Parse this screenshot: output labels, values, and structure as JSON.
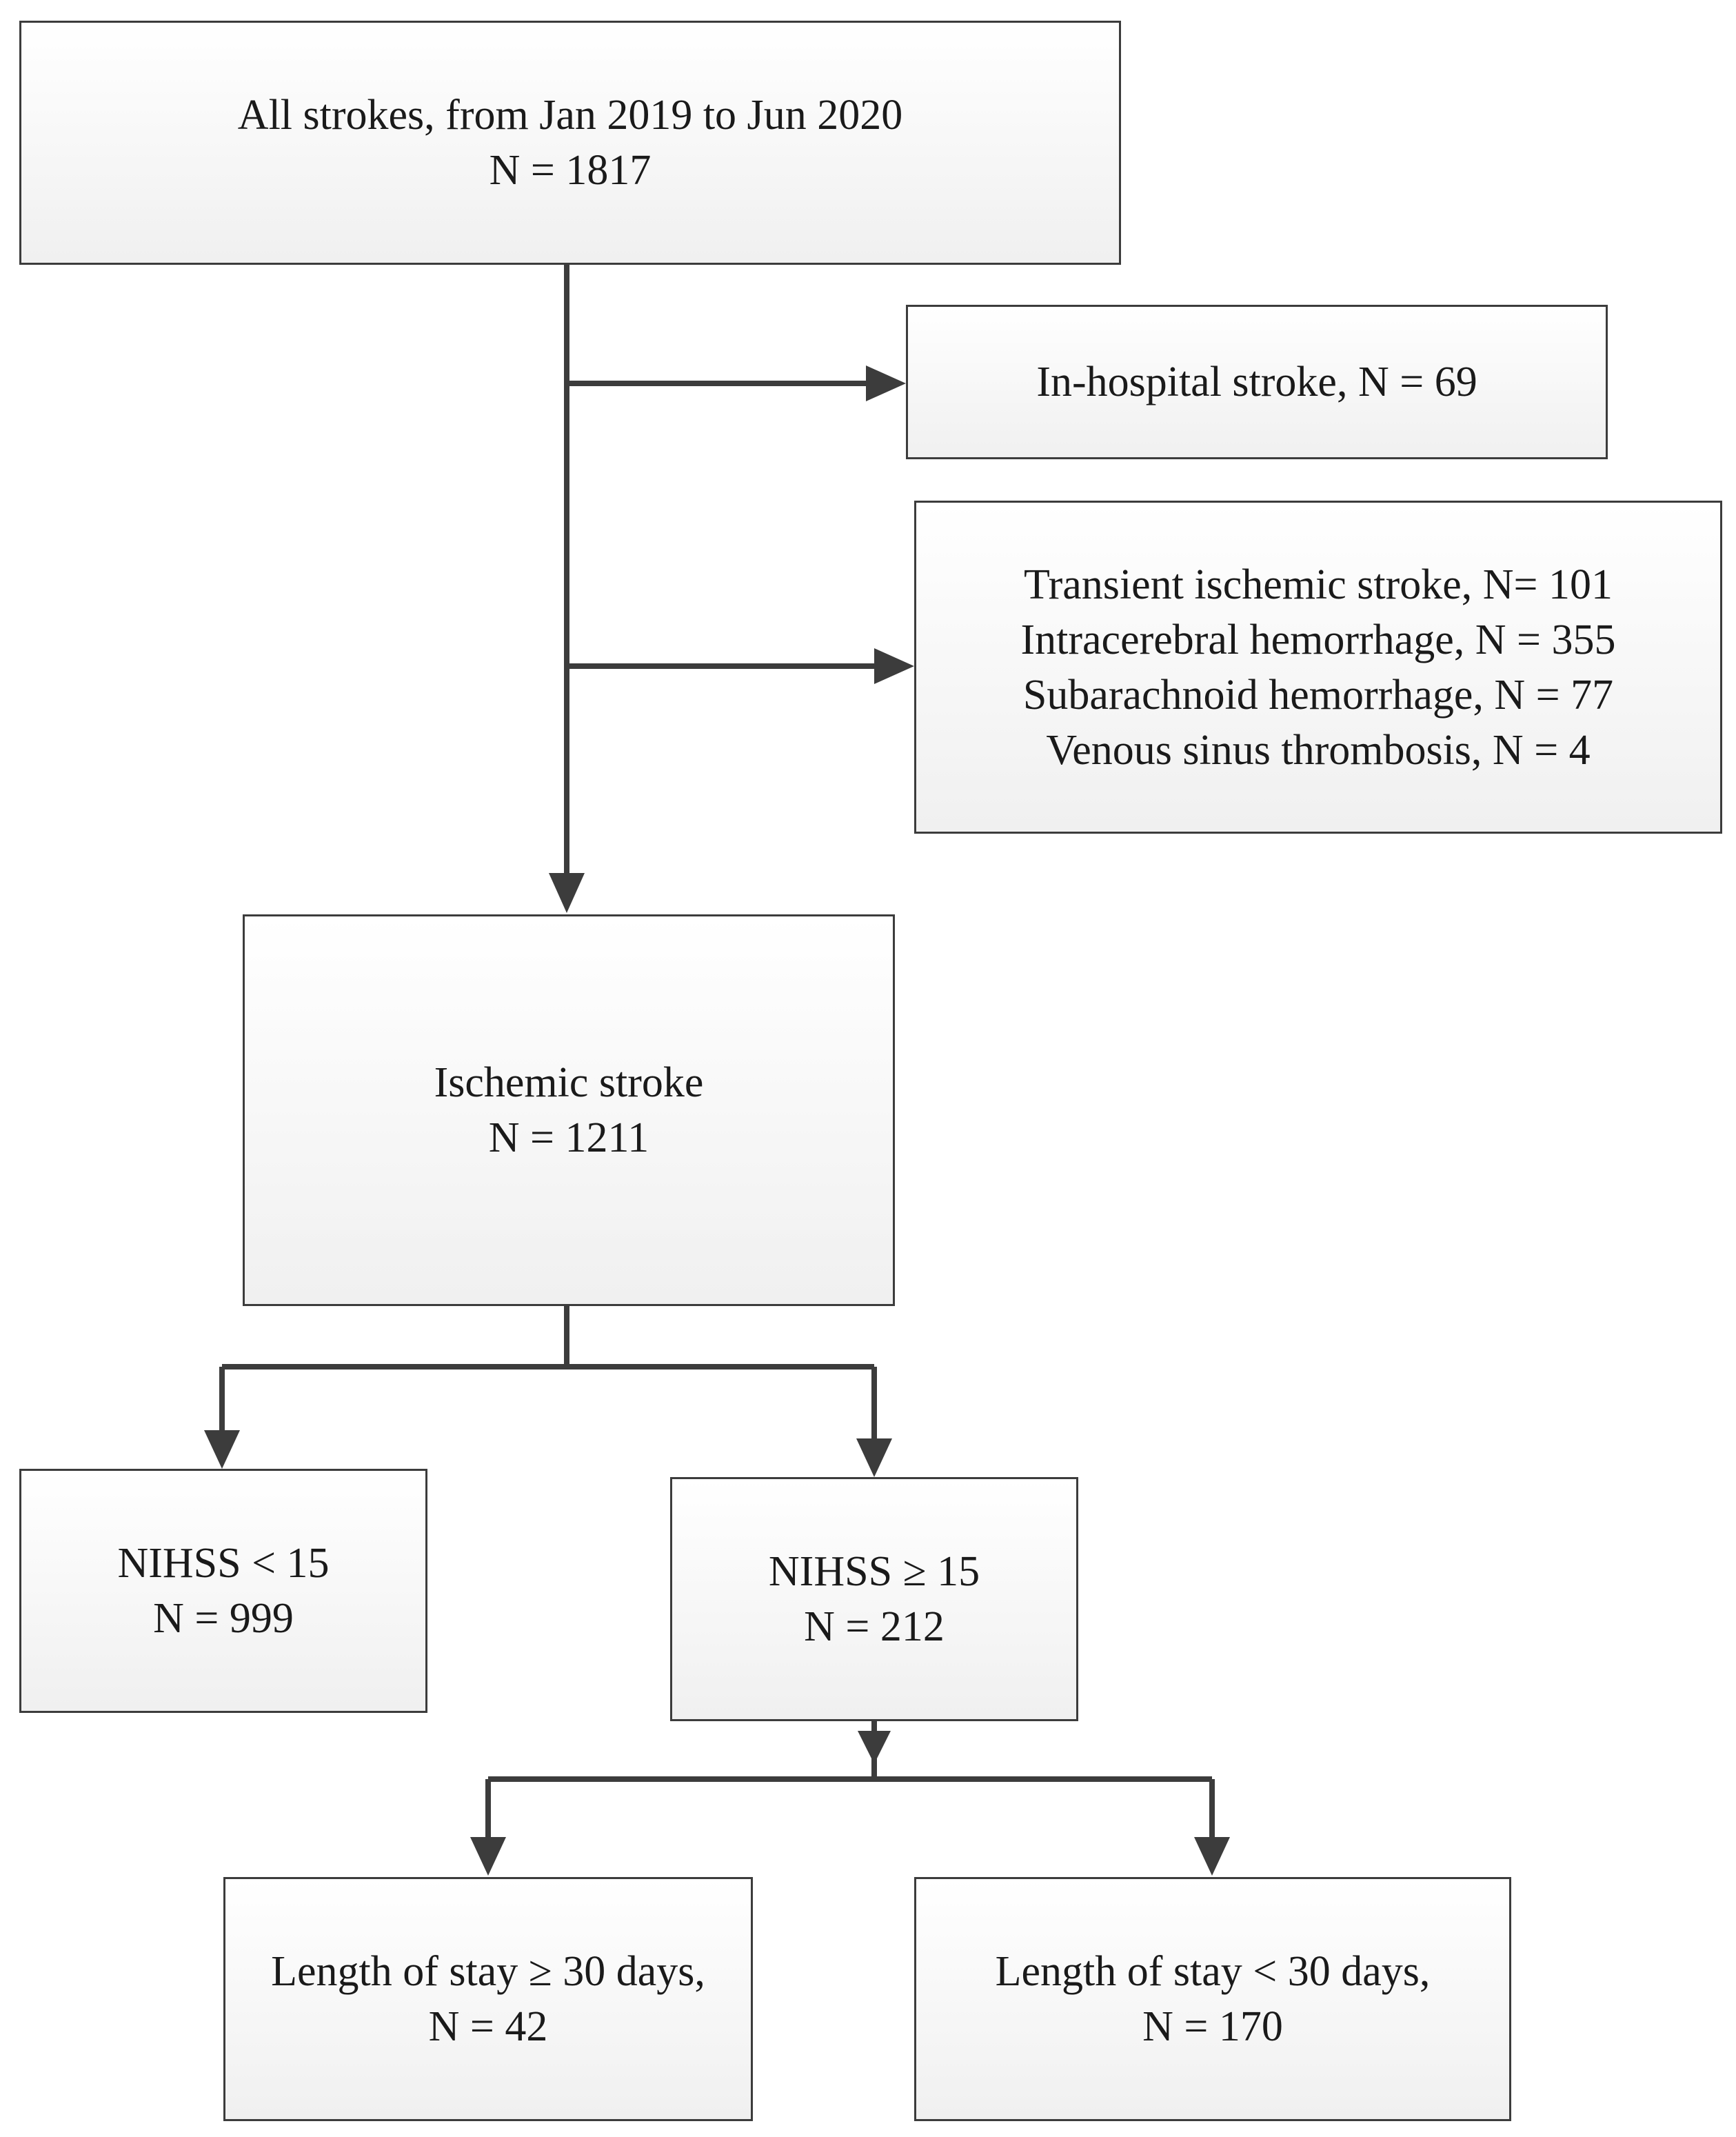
{
  "flowchart": {
    "all_strokes": {
      "line1": "All strokes, from Jan 2019 to Jun 2020",
      "line2": "N = 1817"
    },
    "in_hospital": {
      "line1": "In-hospital stroke, N = 69"
    },
    "excluded": {
      "lines": [
        "Transient ischemic stroke, N= 101",
        "Intracerebral hemorrhage, N = 355",
        "Subarachnoid hemorrhage, N = 77",
        "Venous sinus thrombosis, N = 4"
      ]
    },
    "ischemic": {
      "line1": "Ischemic stroke",
      "line2": "N = 1211"
    },
    "nihss_low": {
      "line1": "NIHSS < 15",
      "line2": "N = 999"
    },
    "nihss_high": {
      "line1": "NIHSS ≥ 15",
      "line2": "N = 212"
    },
    "los_long": {
      "line1": "Length of stay ≥ 30 days,",
      "line2": "N = 42"
    },
    "los_short": {
      "line1": "Length of stay < 30 days,",
      "line2": "N = 170"
    }
  },
  "colors": {
    "connector": "#3c3c3c",
    "box_border": "#3c3c3c",
    "box_fill_top": "#ffffff",
    "box_fill_bottom": "#f0f0f0"
  }
}
